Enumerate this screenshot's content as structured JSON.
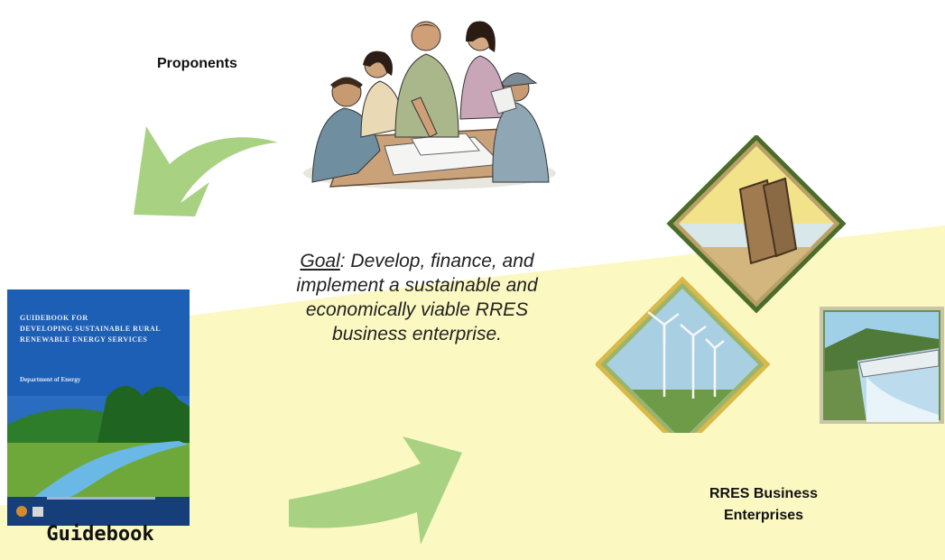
{
  "proponents_label": "Proponents",
  "goal": {
    "lead": "Goal",
    "text_line1": ": Develop, finance,  and",
    "text_line2": "implement a sustainable and",
    "text_line3": "economically viable RRES",
    "text_line4": "business enterprise."
  },
  "rres_label_line1": "RRES Business",
  "rres_label_line2": "Enterprises",
  "guidebook_label": "Guidebook",
  "cover": {
    "title_line1": "GUIDEBOOK FOR",
    "title_line2": "DEVELOPING SUSTAINABLE RURAL",
    "title_line3": "RENEWABLE ENERGY SERVICES",
    "subtitle": "Department of Energy"
  },
  "colors": {
    "arrow": "#a8d282",
    "wash": "#fbf8c2",
    "cover_blue": "#1d5fb5"
  }
}
